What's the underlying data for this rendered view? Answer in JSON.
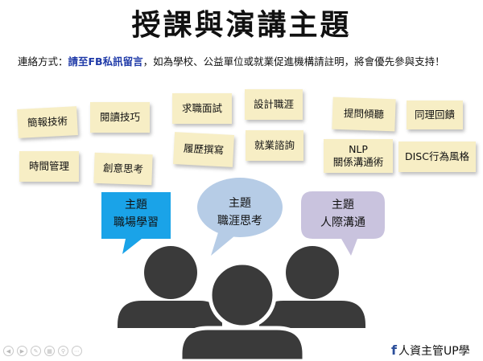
{
  "title": "授課與演講主題",
  "contact": {
    "prefix": "連絡方式：",
    "highlight": "請至FB私訊留言",
    "suffix": "，如為學校、公益單位或就業促進機構請註明，將會優先參與支持！"
  },
  "notes": [
    {
      "label": "簡報技術"
    },
    {
      "label": "閱讀技巧"
    },
    {
      "label": "時間管理"
    },
    {
      "label": "創意思考"
    },
    {
      "label": "求職面試"
    },
    {
      "label": "設計職涯"
    },
    {
      "label": "履歷撰寫"
    },
    {
      "label": "就業諮詢"
    },
    {
      "label": "提問傾聽"
    },
    {
      "label": "同理回饋"
    },
    {
      "line1": "NLP",
      "line2": "關係溝通術"
    },
    {
      "label": "DISC行為風格"
    }
  ],
  "bubbles": [
    {
      "line1": "主題",
      "line2": "職場學習",
      "color": "#1aa3e8"
    },
    {
      "line1": "主題",
      "line2": "職涯思考",
      "color": "#b6cce6"
    },
    {
      "line1": "主題",
      "line2": "人際溝通",
      "color": "#c9c3de"
    }
  ],
  "figure_color": "#3a3a3a",
  "brand": {
    "icon": "f",
    "text": "人資主管UP學"
  },
  "nav_icons": [
    "back-icon",
    "forward-icon",
    "pen-icon",
    "slides-icon",
    "zoom-icon",
    "more-icon"
  ]
}
